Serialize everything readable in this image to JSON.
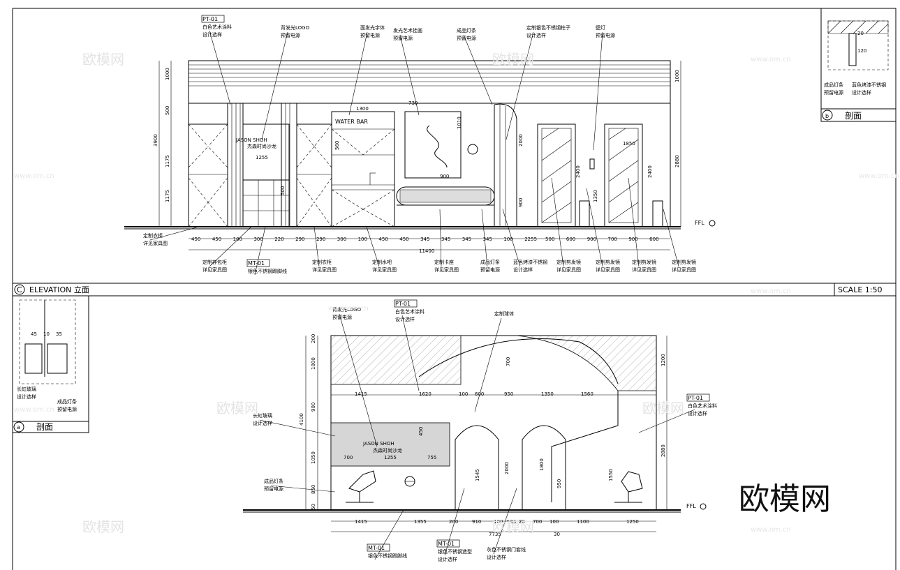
{
  "elevation_c": {
    "tag_letter": "C",
    "title": "ELEVATION 立面",
    "scale": "SCALE 1:50",
    "top_labels": [
      {
        "code": "PT-01",
        "line1": "白色艺术涂料",
        "line2": "设计选样"
      },
      {
        "line1": "背发光LOGO",
        "line2": "预留电源"
      },
      {
        "line1": "面发光字体",
        "line2": "预留电源"
      },
      {
        "line1": "发光艺术挂画",
        "line2": "预留电源"
      },
      {
        "line1": "成品灯条",
        "line2": "预留电源"
      },
      {
        "line1": "定制银色不锈钢柱子",
        "line2": "设计选样"
      },
      {
        "line1": "壁灯",
        "line2": "预留电源"
      }
    ],
    "bottom_labels": [
      {
        "line1": "定制衣柜",
        "line2": "详见家具图"
      },
      {
        "line1": "定制存包柜",
        "line2": "详见家具图"
      },
      {
        "code": "MT-01",
        "line1": "银色不锈钢踢脚线"
      },
      {
        "line1": "定制衣柜",
        "line2": "详见家具图"
      },
      {
        "line1": "定制水吧",
        "line2": "详见家具图"
      },
      {
        "line1": "定制卡座",
        "line2": "详见家具图"
      },
      {
        "line1": "成品灯条",
        "line2": "预留电源"
      },
      {
        "line1": "蓝色烤漆不锈钢",
        "line2": "设计选样"
      },
      {
        "line1": "定制剪发镜",
        "line2": "详见家具图"
      },
      {
        "line1": "定制剪发镜",
        "line2": "详见家具图"
      },
      {
        "line1": "定制剪发镜",
        "line2": "详见家具图"
      },
      {
        "line1": "定制剪发镜",
        "line2": "详见家具图"
      }
    ],
    "logo_line1": "JASON SHOH",
    "logo_line2": "杰森时尚沙龙",
    "water_bar": "WATER BAR",
    "ffl": "FFL",
    "bottom_dims": [
      "450",
      "450",
      "100",
      "300",
      "220",
      "290",
      "290",
      "300",
      "100",
      "450",
      "450",
      "345",
      "345",
      "345",
      "345",
      "100",
      "2255",
      "500",
      "600",
      "900",
      "700",
      "900",
      "600"
    ],
    "total_dim": "11400",
    "left_dims": [
      "1000",
      "500",
      "3900",
      "1175",
      "1175"
    ],
    "right_dims": [
      "1000",
      "2880"
    ],
    "inner_dims": [
      "1300",
      "730",
      "1255",
      "1010",
      "2000",
      "2400",
      "2400",
      "1850",
      "1350",
      "900",
      "900",
      "560",
      "500"
    ]
  },
  "section_b": {
    "tag_letter": "b",
    "title": "剖面",
    "dims": [
      "20",
      "120"
    ],
    "label1_line1": "成品灯条",
    "label1_line2": "预留电源",
    "label2_line1": "蓝色烤漆不锈钢",
    "label2_line2": "设计选样"
  },
  "section_a": {
    "tag_letter": "a",
    "title": "剖面",
    "dims": [
      "45",
      "10",
      "35"
    ],
    "label1_line1": "长虹玻璃",
    "label1_line2": "设计选样",
    "label2_line1": "成品灯条",
    "label2_line2": "预留电源"
  },
  "elevation_lower": {
    "top_labels": [
      {
        "line1": "背发光LOGO",
        "line2": "预留电源"
      },
      {
        "code": "PT-01",
        "line1": "白色艺术涂料",
        "line2": "设计选样"
      },
      {
        "line1": "定制球体"
      }
    ],
    "right_label": {
      "code": "PT-01",
      "line1": "白色艺术涂料",
      "line2": "设计选样"
    },
    "left_labels": [
      {
        "line1": "长虹玻璃",
        "line2": "设计选样"
      },
      {
        "line1": "成品灯条",
        "line2": "预留电源"
      }
    ],
    "bottom_labels": [
      {
        "code": "MT-01",
        "line1": "银色不锈钢踢脚线"
      },
      {
        "code": "MT-01",
        "line1": "银色不锈钢造型",
        "line2": "设计选样"
      },
      {
        "line1": "灰色不锈钢门套线",
        "line2": "设计选样"
      }
    ],
    "logo_line1": "JASON SHOH",
    "logo_line2": "杰森时尚沙龙",
    "ffl": "FFL",
    "mid_dims": [
      "1415",
      "1620",
      "100",
      "600",
      "950",
      "1350",
      "1560"
    ],
    "glass_dims": [
      "700",
      "1255",
      "755"
    ],
    "bottom_dims": [
      "1415",
      "1355",
      "200",
      "910",
      "100",
      "535",
      "20",
      "700",
      "100",
      "1100",
      "1250"
    ],
    "total_dim": "7735",
    "sub_dim": "30",
    "left_dims": [
      "200",
      "1000",
      "900",
      "4100",
      "1050",
      "850",
      "50"
    ],
    "right_dims": [
      "1200",
      "2880"
    ],
    "inner_dims": [
      "700",
      "1545",
      "2000",
      "1800",
      "950",
      "1550",
      "450"
    ]
  },
  "watermarks": {
    "brand": "欧模网",
    "url": "www.om.cn"
  }
}
